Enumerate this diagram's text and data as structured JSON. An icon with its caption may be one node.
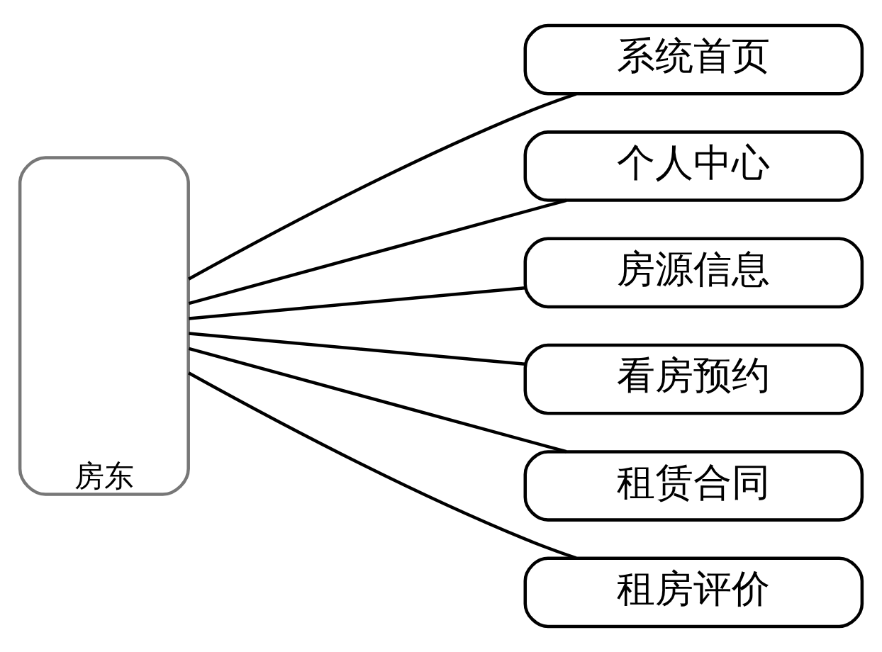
{
  "diagram": {
    "nodes": [
      {
        "text": [
          "房东"
        ]
      },
      {
        "text": [
          "系统首页"
        ]
      },
      {
        "text": [
          "个人中心"
        ]
      },
      {
        "text": [
          "房源信息"
        ]
      },
      {
        "text": [
          "看房预约"
        ]
      },
      {
        "text": [
          "租赁合同"
        ]
      },
      {
        "text": [
          "租房评价"
        ]
      }
    ],
    "edges": [
      {
        "from": 0,
        "to": 1,
        "arrow": "none"
      },
      {
        "from": 0,
        "to": 2,
        "arrow": "none"
      },
      {
        "from": 0,
        "to": 3,
        "arrow": "none"
      },
      {
        "from": 0,
        "to": 4,
        "arrow": "none"
      },
      {
        "from": 0,
        "to": 5,
        "arrow": "none"
      },
      {
        "from": 0,
        "to": 6,
        "arrow": "none"
      }
    ]
  }
}
